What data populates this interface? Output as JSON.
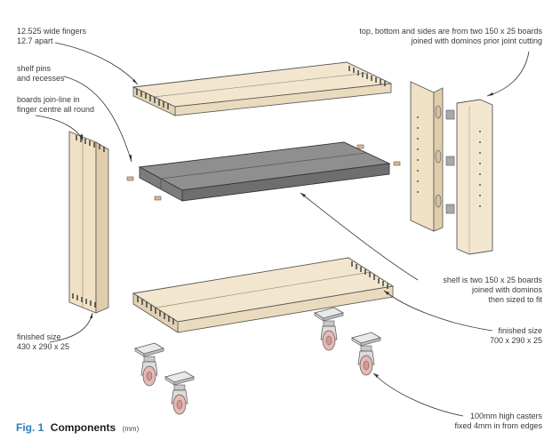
{
  "caption": {
    "figure": "Fig. 1",
    "title": "Components",
    "unit": "(mm)"
  },
  "annotations": {
    "fingers": [
      "12.525 wide fingers",
      "12.7 apart"
    ],
    "shelf_pins": [
      "shelf pins",
      "and recesses"
    ],
    "join_line": [
      "boards join-line in",
      "finger centre all round"
    ],
    "side_finished": [
      "finished size",
      "430 x 290 x 25"
    ],
    "boards_note": [
      "top, bottom and sides are from two 150 x 25 boards",
      "joined with dominos prior joint cutting"
    ],
    "shelf_note": [
      "shelf is two 150 x 25 boards",
      "joined with dominos",
      "then sized to fit"
    ],
    "top_finished": [
      "finished size",
      "700 x 290 x 25"
    ],
    "casters": [
      "100mm high casters",
      "fixed 4mm in from edges"
    ]
  }
}
